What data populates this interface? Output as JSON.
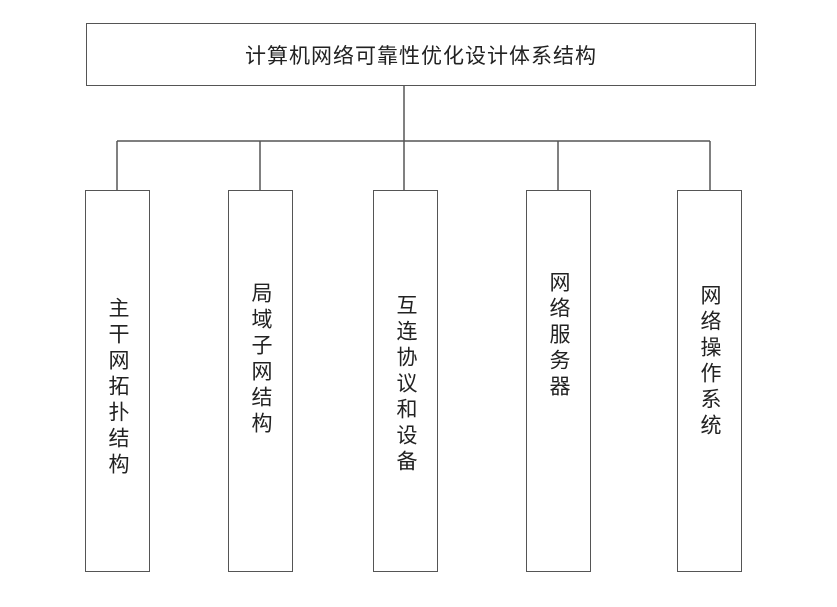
{
  "diagram": {
    "root": {
      "label": "计算机网络可靠性优化设计体系结构"
    },
    "children": [
      {
        "label": "主干网拓扑结构"
      },
      {
        "label": "局域子网结构"
      },
      {
        "label": "互连协议和设备"
      },
      {
        "label": "网络服务器"
      },
      {
        "label": "网络操作系统"
      }
    ]
  }
}
